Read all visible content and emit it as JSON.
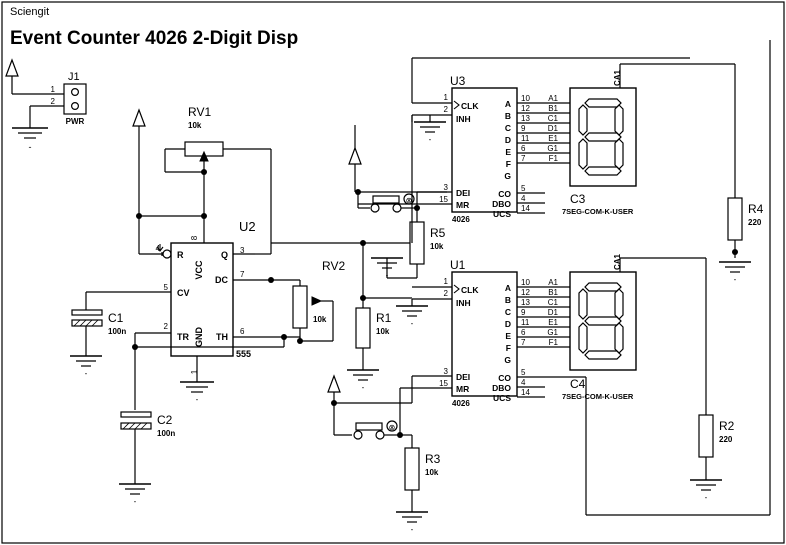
{
  "sheet": {
    "author": "Sciengit",
    "title": "Event Counter 4026 2-Digit Disp",
    "border_color": "#000000",
    "wire_color": "#000000",
    "background": "#ffffff"
  },
  "components": {
    "j1": {
      "ref": "J1",
      "value": "PWR",
      "pins": [
        "1",
        "2"
      ]
    },
    "u2": {
      "ref": "U2",
      "value": "555",
      "pin_labels": {
        "r": "R",
        "vcc": "VCC",
        "q": "Q",
        "dc": "DC",
        "cv": "CV",
        "tr": "TR",
        "gnd": "GND",
        "th": "TH"
      },
      "pin_numbers": {
        "r": "4",
        "vcc": "8",
        "q": "3",
        "dc": "7",
        "cv": "5",
        "tr": "2",
        "gnd": "1",
        "th": "6"
      }
    },
    "u3": {
      "ref": "U3",
      "value": "4026",
      "inputs": [
        {
          "num": "1",
          "label": "CLK"
        },
        {
          "num": "2",
          "label": "INH"
        },
        {
          "num": "3",
          "label": "DEI"
        },
        {
          "num": "15",
          "label": "MR"
        }
      ],
      "seg_outputs": [
        {
          "num": "10",
          "label": "A",
          "disp": "A1"
        },
        {
          "num": "12",
          "label": "B",
          "disp": "B1"
        },
        {
          "num": "13",
          "label": "C",
          "disp": "C1"
        },
        {
          "num": "9",
          "label": "D",
          "disp": "D1"
        },
        {
          "num": "11",
          "label": "E",
          "disp": "E1"
        },
        {
          "num": "6",
          "label": "F",
          "disp": "G1"
        },
        {
          "num": "7",
          "label": "G",
          "disp": "F1"
        }
      ],
      "misc_outputs": [
        {
          "num": "5",
          "label": "CO"
        },
        {
          "num": "4",
          "label": "DBO"
        },
        {
          "num": "14",
          "label": "UCS"
        }
      ]
    },
    "u1": {
      "ref": "U1",
      "value": "4026",
      "inputs": [
        {
          "num": "1",
          "label": "CLK"
        },
        {
          "num": "2",
          "label": "INH"
        },
        {
          "num": "3",
          "label": "DEI"
        },
        {
          "num": "15",
          "label": "MR"
        }
      ],
      "seg_outputs": [
        {
          "num": "10",
          "label": "A",
          "disp": "A1"
        },
        {
          "num": "12",
          "label": "B",
          "disp": "B1"
        },
        {
          "num": "13",
          "label": "C",
          "disp": "C1"
        },
        {
          "num": "9",
          "label": "D",
          "disp": "D1"
        },
        {
          "num": "11",
          "label": "E",
          "disp": "E1"
        },
        {
          "num": "6",
          "label": "F",
          "disp": "G1"
        },
        {
          "num": "7",
          "label": "G",
          "disp": "F1"
        }
      ],
      "misc_outputs": [
        {
          "num": "5",
          "label": "CO"
        },
        {
          "num": "4",
          "label": "DBO"
        },
        {
          "num": "14",
          "label": "UCS"
        }
      ]
    },
    "c3": {
      "ref": "C3",
      "value": "7SEG-COM-K-USER",
      "common_pin": "CA1"
    },
    "c4": {
      "ref": "C4",
      "value": "7SEG-COM-K-USER",
      "common_pin": "CA1"
    },
    "rv1": {
      "ref": "RV1",
      "value": "10k"
    },
    "rv2": {
      "ref": "RV2",
      "value": "10k"
    },
    "r1": {
      "ref": "R1",
      "value": "10k"
    },
    "r2": {
      "ref": "R2",
      "value": "220"
    },
    "r3": {
      "ref": "R3",
      "value": "10k"
    },
    "r4": {
      "ref": "R4",
      "value": "220"
    },
    "r5": {
      "ref": "R5",
      "value": "10k"
    },
    "c1": {
      "ref": "C1",
      "value": "100n"
    },
    "c2": {
      "ref": "C2",
      "value": "100n"
    }
  },
  "symbols": {
    "ground_label": "-",
    "switch_top_name": "reset-switch-upper",
    "switch_bottom_name": "reset-switch-lower"
  }
}
